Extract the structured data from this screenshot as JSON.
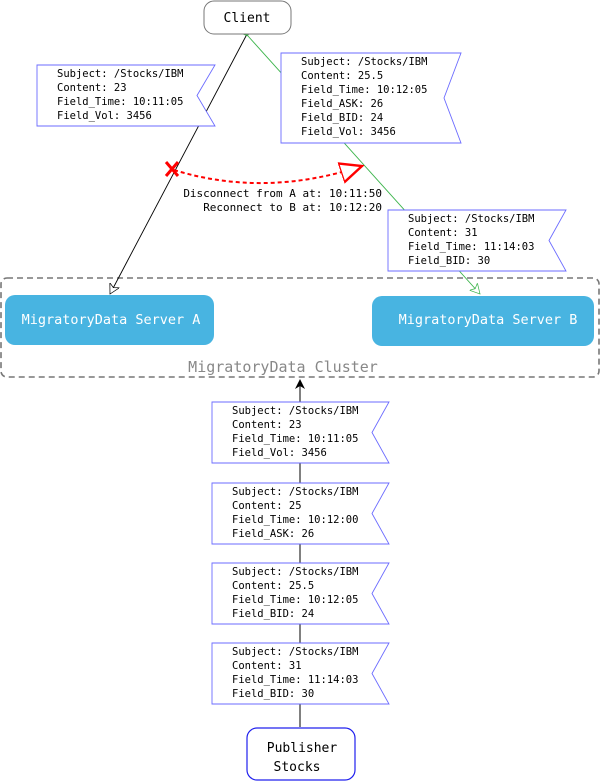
{
  "client": {
    "label": "Client"
  },
  "servers": {
    "a": {
      "label": "MigratoryData Server A"
    },
    "b": {
      "label": "MigratoryData Server B"
    }
  },
  "cluster": {
    "label": "MigratoryData Cluster"
  },
  "publisher": {
    "line1": "Publisher",
    "line2": "Stocks"
  },
  "failover": {
    "disconnect": "Disconnect from A at: 10:11:50",
    "reconnect": "Reconnect to B at: 10:12:20"
  },
  "colors": {
    "server_fill": "#48b4e1",
    "message_border": "#6b6bff",
    "path_a": "#000000",
    "path_b": "#3cb44b",
    "failover": "#ff0000",
    "publisher_border": "#2020ee"
  },
  "messages": {
    "to_client_via_a": [
      "Subject: /Stocks/IBM",
      "Content: 23",
      "Field_Time: 10:11:05",
      "Field_Vol: 3456"
    ],
    "to_client_via_b": [
      "Subject: /Stocks/IBM",
      "Content: 25.5",
      "Field_Time: 10:12:05",
      "Field_ASK: 26",
      "Field_BID: 24",
      "Field_Vol: 3456"
    ],
    "server_b_to_client": [
      "Subject: /Stocks/IBM",
      "Content: 31",
      "Field_Time: 11:14:03",
      "Field_BID: 30"
    ],
    "published": [
      [
        "Subject: /Stocks/IBM",
        "Content: 23",
        "Field_Time: 10:11:05",
        "Field_Vol: 3456"
      ],
      [
        "Subject: /Stocks/IBM",
        "Content: 25",
        "Field_Time: 10:12:00",
        "Field_ASK: 26"
      ],
      [
        "Subject: /Stocks/IBM",
        "Content: 25.5",
        "Field_Time: 10:12:05",
        "Field_BID: 24"
      ],
      [
        "Subject: /Stocks/IBM",
        "Content: 31",
        "Field_Time: 11:14:03",
        "Field_BID: 30"
      ]
    ]
  }
}
